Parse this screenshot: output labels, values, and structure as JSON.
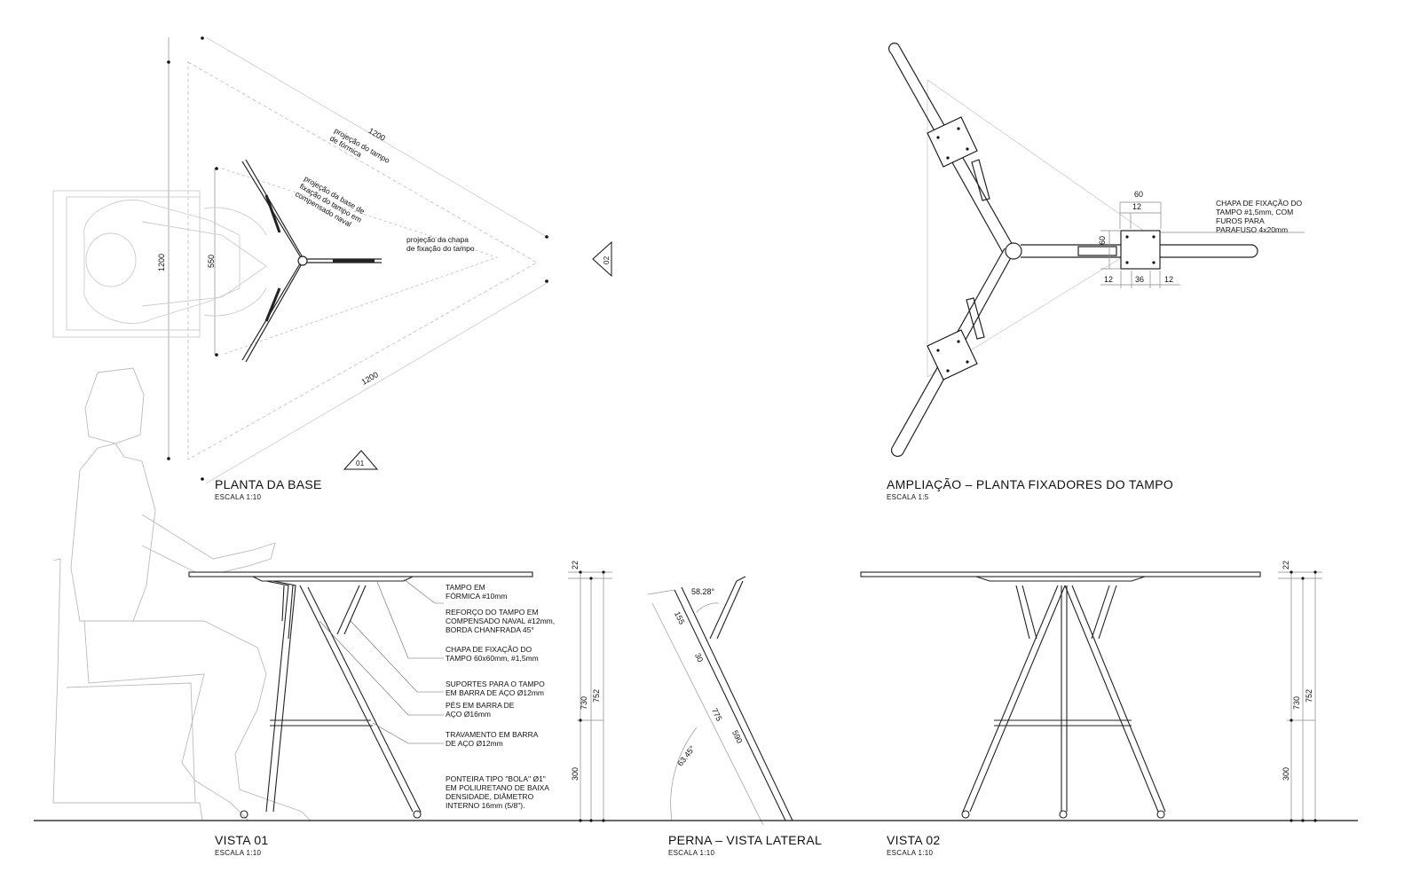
{
  "views": {
    "planta_base": {
      "title": "PLANTA DA BASE",
      "scale": "ESCALA 1:10",
      "marker": "01"
    },
    "ampliacao": {
      "title": "AMPLIAÇÃO – PLANTA FIXADORES DO TAMPO",
      "scale": "ESCALA 1:5"
    },
    "vista01": {
      "title": "VISTA 01",
      "scale": "ESCALA 1:10"
    },
    "perna": {
      "title": "PERNA – VISTA LATERAL",
      "scale": "ESCALA 1:10"
    },
    "vista02": {
      "title": "VISTA 02",
      "scale": "ESCALA 1:10",
      "marker": "02"
    }
  },
  "plan_labels": {
    "tampo": "projeção do tampo\nde fórmica",
    "base": "projeção da base de\nfixação do tampo em\ncompensado naval",
    "chapa": "projeção da chapa\nde fixação do tampo"
  },
  "plan_dims": {
    "side_top": "1200",
    "side_bottom": "1200",
    "left": "1200",
    "inner": "550"
  },
  "chapa_note": "CHAPA DE FIXAÇÃO DO\nTAMPO #1,5mm, COM\nFUROS PARA\nPARAFUSO 4x20mm",
  "chapa_dims": {
    "w": "60",
    "off_top": "12",
    "h": "60",
    "left": "12",
    "mid": "36",
    "right": "12"
  },
  "notes": [
    "TAMPO EM\nFÓRMICA #10mm",
    "REFORÇO DO TAMPO EM\nCOMPENSADO NAVAL #12mm,\nBORDA CHANFRADA 45°",
    "CHAPA DE FIXAÇÃO DO\nTAMPO 60x60mm, #1,5mm",
    "SUPORTES PARA O TAMPO\nEM BARRA DE AÇO Ø12mm",
    "PÉS EM BARRA DE\nAÇO Ø16mm",
    "TRAVAMENTO EM BARRA\nDE AÇO Ø12mm",
    "PONTEIRA TIPO \"BOLA\" Ø1\"\nEM POLIURETANO DE BAIXA\nDENSIDADE, DIÂMETRO\nINTERNO 16mm (5/8\")."
  ],
  "height_dims": {
    "top": "22",
    "h730": "730",
    "h752": "752",
    "h300": "300"
  },
  "leg_dims": {
    "angle_top": "58.28°",
    "d155": "155",
    "d30": "30",
    "d775": "775",
    "d590": "590",
    "angle_bottom": "63.45°"
  }
}
